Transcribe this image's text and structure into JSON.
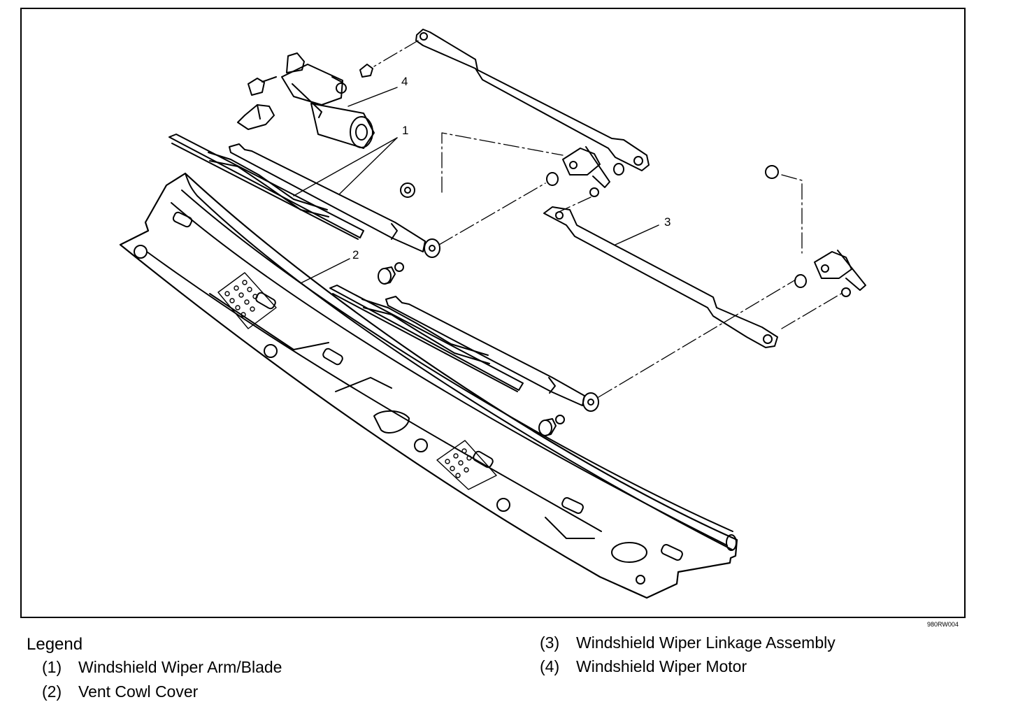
{
  "diagram": {
    "callouts": [
      "1",
      "2",
      "3",
      "4"
    ],
    "figure_code": "980RW004"
  },
  "legend": {
    "title": "Legend",
    "items": [
      {
        "num": "(1)",
        "text": "Windshield Wiper Arm/Blade"
      },
      {
        "num": "(2)",
        "text": "Vent Cowl Cover"
      },
      {
        "num": "(3)",
        "text": "Windshield Wiper Linkage Assembly"
      },
      {
        "num": "(4)",
        "text": "Windshield Wiper Motor"
      }
    ]
  }
}
